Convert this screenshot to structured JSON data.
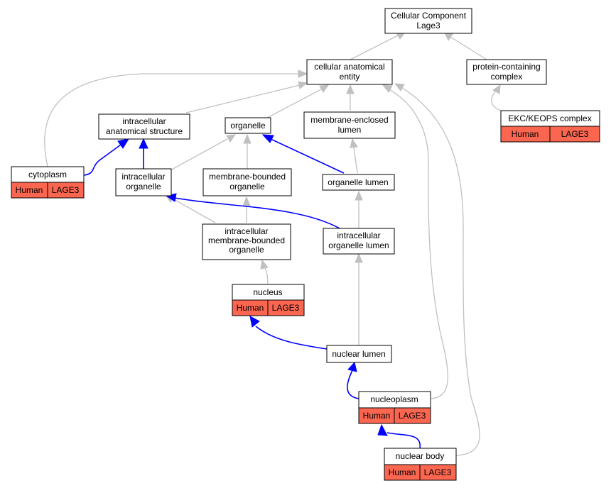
{
  "colors": {
    "node_fill": "#ffffff",
    "annotation_fill": "#fa6650",
    "edge_is_a": "#c0c0c0",
    "edge_part_of": "#0000ff"
  },
  "nodes": {
    "root": {
      "line1": "Cellular Component",
      "line2": "Lage3"
    },
    "cellular_anatomical_entity": {
      "line1": "cellular anatomical",
      "line2": "entity"
    },
    "protein_containing_complex": {
      "line1": "protein-containing",
      "line2": "complex"
    },
    "ekc_keops_complex": {
      "title": "EKC/KEOPS complex",
      "species": "Human",
      "gene": "LAGE3"
    },
    "intracellular_anatomical_structure": {
      "line1": "intracellular",
      "line2": "anatomical structure"
    },
    "organelle": {
      "title": "organelle"
    },
    "membrane_enclosed_lumen": {
      "line1": "membrane-enclosed",
      "line2": "lumen"
    },
    "cytoplasm": {
      "title": "cytoplasm",
      "species": "Human",
      "gene": "LAGE3"
    },
    "intracellular_organelle": {
      "line1": "intracellular",
      "line2": "organelle"
    },
    "membrane_bounded_organelle": {
      "line1": "membrane-bounded",
      "line2": "organelle"
    },
    "organelle_lumen": {
      "title": "organelle lumen"
    },
    "intracellular_membrane_bounded_organelle": {
      "line1": "intracellular",
      "line2": "membrane-bounded",
      "line3": "organelle"
    },
    "intracellular_organelle_lumen": {
      "line1": "intracellular",
      "line2": "organelle lumen"
    },
    "nucleus": {
      "title": "nucleus",
      "species": "Human",
      "gene": "LAGE3"
    },
    "nuclear_lumen": {
      "title": "nuclear lumen"
    },
    "nucleoplasm": {
      "title": "nucleoplasm",
      "species": "Human",
      "gene": "LAGE3"
    },
    "nuclear_body": {
      "title": "nuclear body",
      "species": "Human",
      "gene": "LAGE3"
    }
  }
}
